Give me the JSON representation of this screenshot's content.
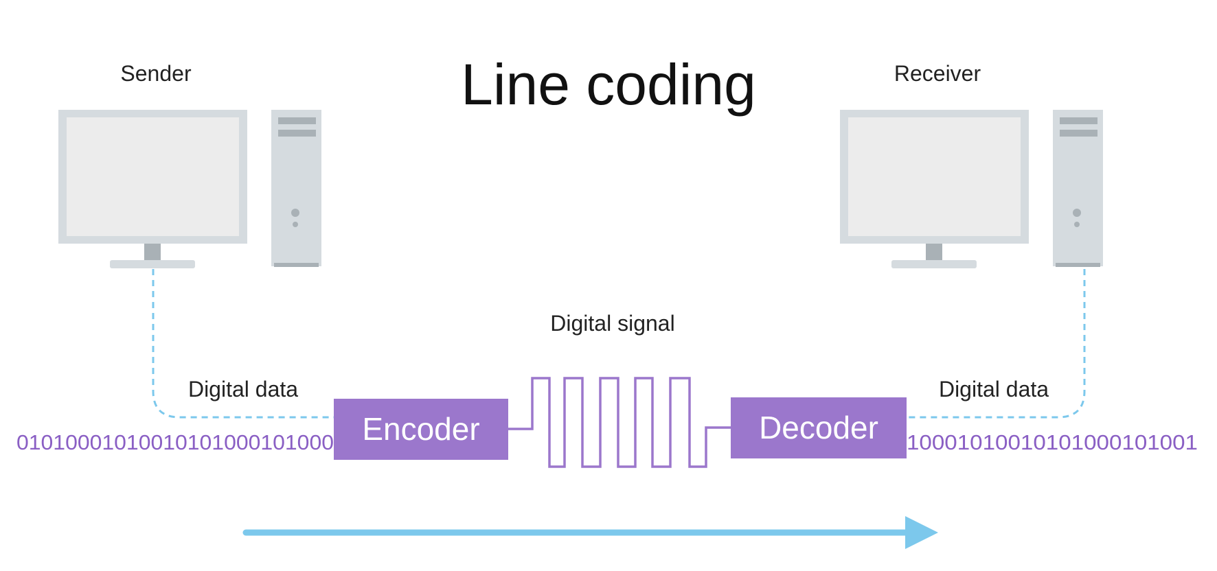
{
  "title": "Line coding",
  "sender": {
    "label": "Sender"
  },
  "receiver": {
    "label": "Receiver"
  },
  "signal": {
    "label": "Digital signal"
  },
  "encoder": {
    "label": "Encoder"
  },
  "decoder": {
    "label": "Decoder"
  },
  "left_data": {
    "label": "Digital data",
    "bits": "01010001010010101000101000"
  },
  "right_data": {
    "label": "Digital data",
    "bits": "10001010010101000101001"
  },
  "colors": {
    "purple": "#9b77cc",
    "purple_text": "#8a5fc4",
    "blue": "#7cc8ec",
    "gray_frame": "#d5dbdf",
    "gray_screen": "#ececec",
    "gray_dark": "#a9b1b6",
    "text": "#222222"
  },
  "icons": [
    "monitor-icon",
    "tower-icon",
    "arrow-right-icon",
    "square-wave-icon"
  ]
}
